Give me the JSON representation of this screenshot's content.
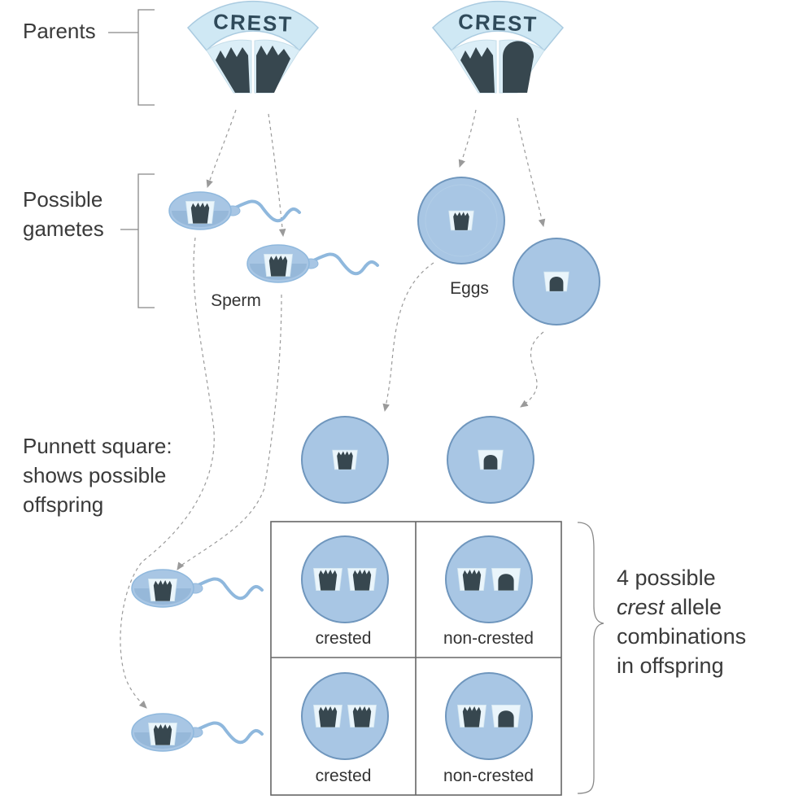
{
  "labels": {
    "parents": "Parents",
    "gametes_line1": "Possible",
    "gametes_line2": "gametes",
    "sperm": "Sperm",
    "eggs": "Eggs",
    "punnett_line1": "Punnett square:",
    "punnett_line2": "shows possible",
    "punnett_line3": "offspring",
    "combos_line1": "4 possible",
    "combos_line2_em": "crest",
    "combos_line2_rest": " allele",
    "combos_line3": "combinations",
    "combos_line4": "in offspring"
  },
  "gene_name": "CREST",
  "parents": [
    {
      "alleles": [
        "crested",
        "crested"
      ]
    },
    {
      "alleles": [
        "crested",
        "non-crested"
      ]
    }
  ],
  "punnett": {
    "cells": [
      {
        "phenotype": "crested",
        "alleles": [
          "crested",
          "crested"
        ]
      },
      {
        "phenotype": "non-crested",
        "alleles": [
          "crested",
          "non-crested"
        ]
      },
      {
        "phenotype": "crested",
        "alleles": [
          "crested",
          "crested"
        ]
      },
      {
        "phenotype": "non-crested",
        "alleles": [
          "crested",
          "non-crested"
        ]
      }
    ]
  },
  "colors": {
    "allele_dark": "#37474f",
    "banner_fill": "#cfe8f4",
    "banner_stroke": "#aacbe0",
    "cell_fill": "#a8c6e4",
    "cell_stroke": "#6f96bd",
    "tail": "#8fb8dd",
    "guide_line": "#888888",
    "arrow": "#999999"
  }
}
